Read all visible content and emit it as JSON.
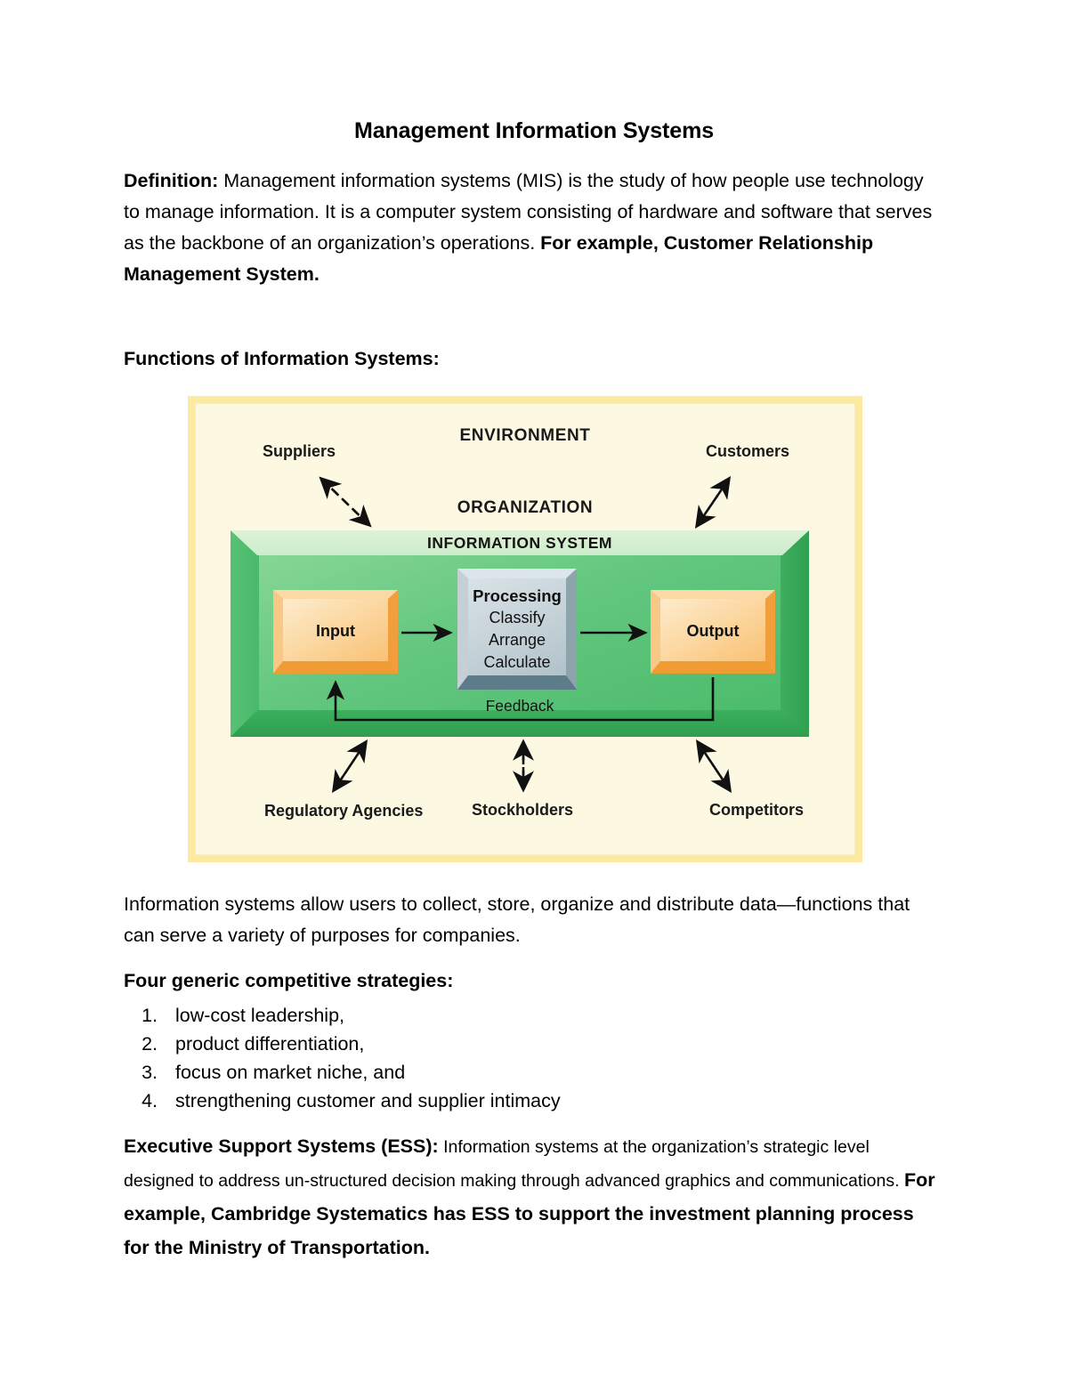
{
  "document": {
    "title": "Management Information Systems",
    "definition": {
      "lead": "Definition:",
      "body": " Management information systems (MIS) is the study of how people use technology to manage information. It is a computer system consisting of hardware and software that serves as the backbone of an organization’s operations. ",
      "bold_tail": "For example, Customer Relationship Management System."
    },
    "functions_heading": "Functions of Information Systems:",
    "after_figure_paragraph": "Information systems allow users to collect, store, organize and distribute data—functions that can serve a variety of purposes for companies.",
    "strategies_heading": "Four generic competitive strategies:",
    "strategies": [
      "low-cost leadership,",
      "product differentiation,",
      "focus on market niche, and",
      "strengthening customer and supplier intimacy"
    ],
    "ess": {
      "lead": "Executive Support Systems (ESS):",
      "body": " Information systems at the organization’s strategic level designed to address un-structured decision making through advanced graphics and communications. ",
      "bold_tail": "For example, Cambridge Systematics has ESS to support the investment planning process for the Ministry of Transportation."
    }
  },
  "figure": {
    "labels": {
      "environment": "ENVIRONMENT",
      "organization": "ORGANIZATION",
      "information_system": "INFORMATION SYSTEM",
      "suppliers": "Suppliers",
      "customers": "Customers",
      "regulatory_agencies": "Regulatory Agencies",
      "stockholders": "Stockholders",
      "competitors": "Competitors",
      "feedback": "Feedback"
    },
    "nodes": {
      "input": "Input",
      "output": "Output",
      "processing_title": "Processing",
      "processing_steps": [
        "Classify",
        "Arrange",
        "Calculate"
      ]
    },
    "colors": {
      "frame_border": "#fbeaa0",
      "frame_fill": "#fdf8e2",
      "system_green": "#4cbb6c",
      "system_green_dark": "#2f9e4f",
      "system_green_light": "#cdeccb",
      "node_orange": "#f9ad55",
      "node_orange_light": "#fcd9a4",
      "processing_gray": "#c6d3d9",
      "processing_gray_dark": "#5d7c89",
      "arrow": "#111111"
    }
  }
}
